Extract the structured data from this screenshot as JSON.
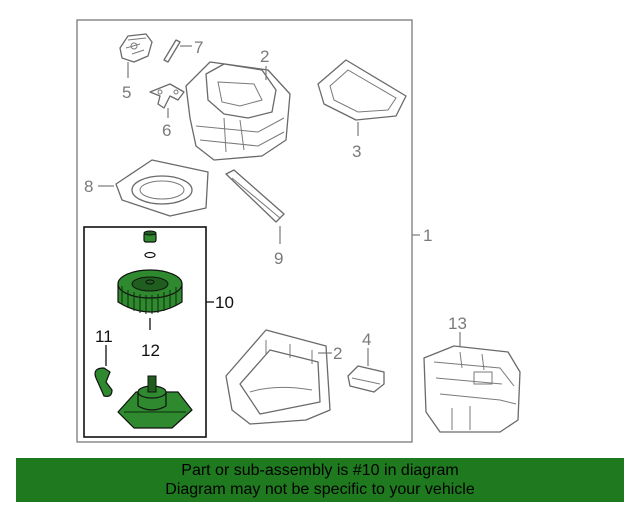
{
  "callouts": {
    "c1": "1",
    "c2a": "2",
    "c2b": "2",
    "c3": "3",
    "c4": "4",
    "c5": "5",
    "c6": "6",
    "c7": "7",
    "c8": "8",
    "c9": "9",
    "c10": "10",
    "c11": "11",
    "c12": "12",
    "c13": "13"
  },
  "banner": {
    "line1": "Part or sub-assembly is #10 in diagram",
    "line2": "Diagram may not be specific to your vehicle"
  },
  "colors": {
    "highlight": "#2f8a2f",
    "banner_bg": "#1f7a1f",
    "outline": "#6a6a6a"
  }
}
